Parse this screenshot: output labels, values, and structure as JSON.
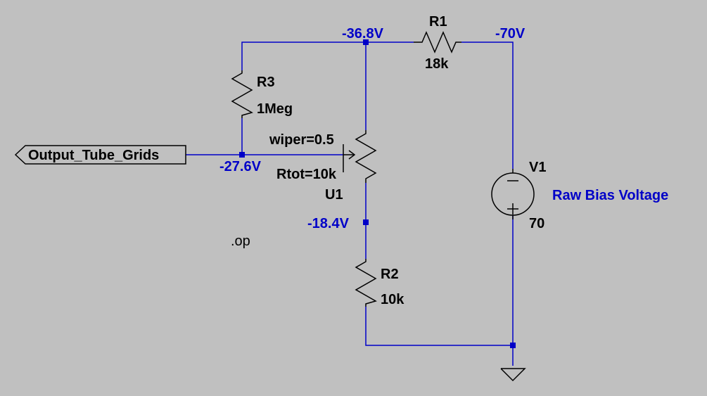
{
  "colors": {
    "background": "#c0c0c0",
    "wire": "#0000c8",
    "component": "#000000",
    "node_voltage": "#0000c8",
    "component_text": "#000000"
  },
  "nodes": {
    "n_top": "-36.8V",
    "n_neg70": "-70V",
    "n_grid": "-27.6V",
    "n_low": "-18.4V"
  },
  "components": {
    "r1": {
      "name": "R1",
      "value": "18k"
    },
    "r2": {
      "name": "R2",
      "value": "10k"
    },
    "r3": {
      "name": "R3",
      "value": "1Meg"
    },
    "u1": {
      "name": "U1",
      "wiper": "wiper=0.5",
      "rtot": "Rtot=10k"
    },
    "v1": {
      "name": "V1",
      "value": "70",
      "label": "Raw Bias Voltage"
    }
  },
  "port": {
    "label": "Output_Tube_Grids"
  },
  "directive": ".op",
  "icons": [
    "ground-icon",
    "voltage-source-icon",
    "resistor-icon",
    "potentiometer-icon",
    "port-icon"
  ]
}
